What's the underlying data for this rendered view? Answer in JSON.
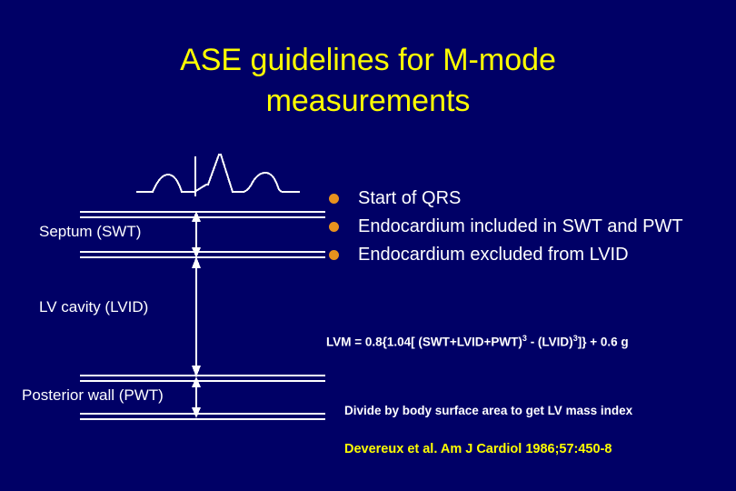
{
  "slide": {
    "background_color": "#000066",
    "title_color": "#ffff00",
    "body_color": "#ffffff",
    "bullet_color": "#e8921e",
    "title_line_1": "ASE guidelines for M-mode",
    "title_line_2": "measurements"
  },
  "diagram": {
    "labels": {
      "septum": "Septum (SWT)",
      "lv_cavity": "LV cavity (LVID)",
      "posterior_wall": "Posterior wall (PWT)"
    },
    "ecg_waveform_name": "ecg-trace",
    "measure_arrows": [
      "swt-arrow",
      "lvid-arrow",
      "pwt-arrow"
    ]
  },
  "bullets": [
    "Start of QRS",
    "Endocardium included in SWT and PWT",
    "Endocardium excluded from LVID"
  ],
  "formula": {
    "prefix": "LVM = 0.8{1.04[ (SWT+LVID+PWT)",
    "exp1": "3",
    "middle": " - (LVID)",
    "exp2": "3",
    "suffix": "]} + 0.6 g"
  },
  "bsa_note": "Divide by body surface area to get LV mass index",
  "citation": "Devereux et al. Am J Cardiol 1986;57:450-8"
}
